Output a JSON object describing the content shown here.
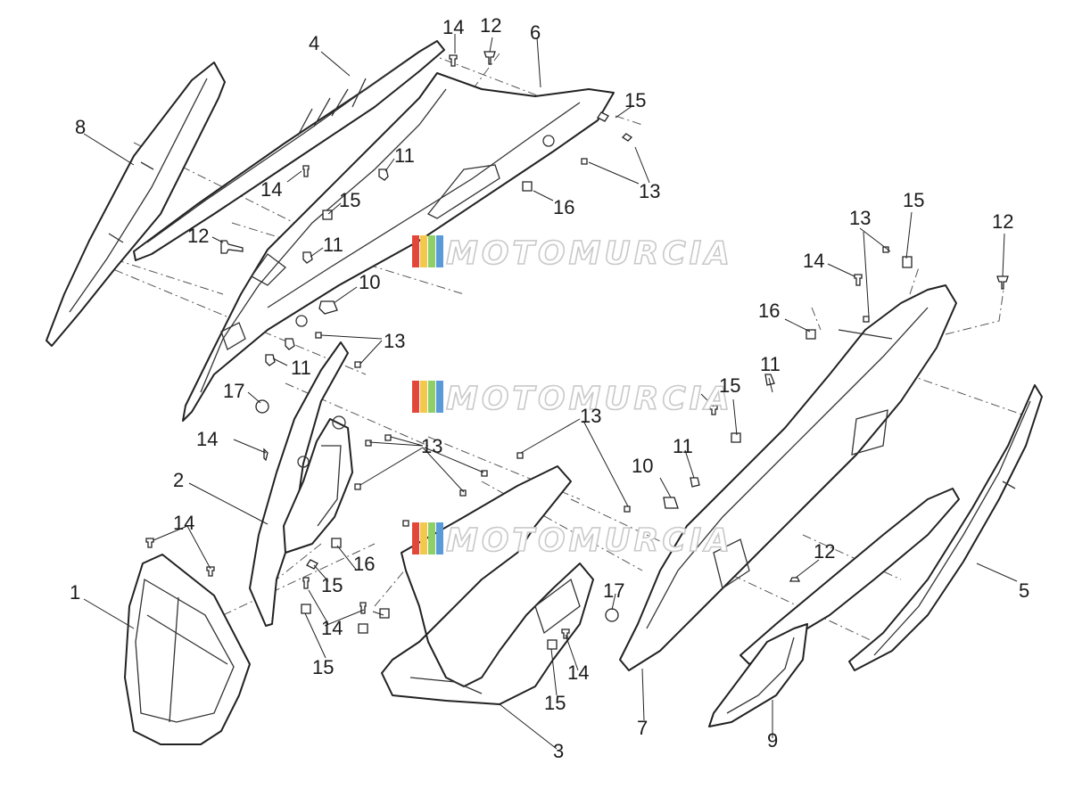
{
  "watermark": {
    "text": "MOTOMURCIA",
    "stripe_colors": [
      "#e3473a",
      "#f2c94c",
      "#8fcf6a",
      "#5a9ad8"
    ]
  },
  "callouts": [
    {
      "id": "c1",
      "label": "1"
    },
    {
      "id": "c2",
      "label": "2"
    },
    {
      "id": "c3",
      "label": "3"
    },
    {
      "id": "c4",
      "label": "4"
    },
    {
      "id": "c5",
      "label": "5"
    },
    {
      "id": "c6",
      "label": "6"
    },
    {
      "id": "c7",
      "label": "7"
    },
    {
      "id": "c8",
      "label": "8"
    },
    {
      "id": "c9",
      "label": "9"
    },
    {
      "id": "c10a",
      "label": "10"
    },
    {
      "id": "c10b",
      "label": "10"
    },
    {
      "id": "c11a",
      "label": "11"
    },
    {
      "id": "c11b",
      "label": "11"
    },
    {
      "id": "c11c",
      "label": "11"
    },
    {
      "id": "c11d",
      "label": "11"
    },
    {
      "id": "c11e",
      "label": "11"
    },
    {
      "id": "c12a",
      "label": "12"
    },
    {
      "id": "c12b",
      "label": "12"
    },
    {
      "id": "c12c",
      "label": "12"
    },
    {
      "id": "c12d",
      "label": "12"
    },
    {
      "id": "c13a",
      "label": "13"
    },
    {
      "id": "c13b",
      "label": "13"
    },
    {
      "id": "c13c",
      "label": "13"
    },
    {
      "id": "c13d",
      "label": "13"
    },
    {
      "id": "c13e",
      "label": "13"
    },
    {
      "id": "c14a",
      "label": "14"
    },
    {
      "id": "c14b",
      "label": "14"
    },
    {
      "id": "c14c",
      "label": "14"
    },
    {
      "id": "c14d",
      "label": "14"
    },
    {
      "id": "c14e",
      "label": "14"
    },
    {
      "id": "c14f",
      "label": "14"
    },
    {
      "id": "c14g",
      "label": "14"
    },
    {
      "id": "c15a",
      "label": "15"
    },
    {
      "id": "c15b",
      "label": "15"
    },
    {
      "id": "c15c",
      "label": "15"
    },
    {
      "id": "c15d",
      "label": "15"
    },
    {
      "id": "c15e",
      "label": "15"
    },
    {
      "id": "c15f",
      "label": "15"
    },
    {
      "id": "c16a",
      "label": "16"
    },
    {
      "id": "c16b",
      "label": "16"
    },
    {
      "id": "c16c",
      "label": "16"
    },
    {
      "id": "c17a",
      "label": "17"
    },
    {
      "id": "c17b",
      "label": "17"
    }
  ]
}
